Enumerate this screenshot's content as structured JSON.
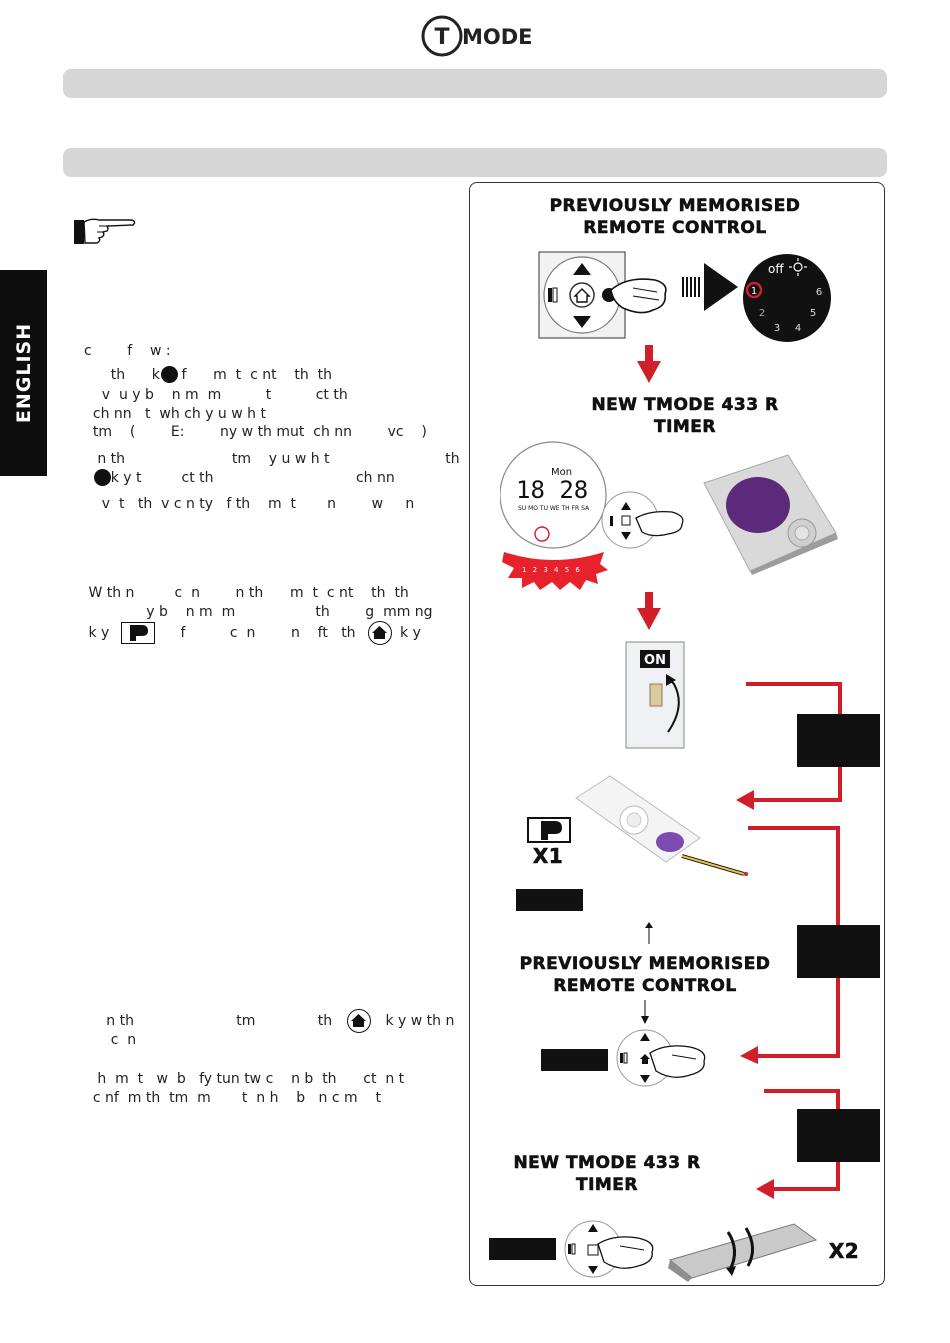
{
  "header": {
    "logo_text": "MODE",
    "logo_letter": "T"
  },
  "sidebar": {
    "language_label": "ENGLISH"
  },
  "left_column": {
    "intro_line": "c        f    w :",
    "step1_line1": "      th      k y  f      m  t  c nt    th  th",
    "step1_line2": "    v  u y b    n m  m          t          ct th",
    "step1_line3": "  ch nn   t  wh ch y u w h t",
    "step1_line4": "  tm    (        E:        ny w th mut  ch nn        vc    )",
    "step2_line1": "   n th                        tm    y u w h t                          th",
    "step2_line2": "      k y t         ct th                                ch nn",
    "step3_line1": "    v  t   th  v c n ty   f th    m  t       n        w     n",
    "step4_line1": " W th n         c  n        n th      m  t  c nt    th  th",
    "step4_line2": "              y b    n m  m                  th        g  mm ng",
    "step4_line3": " k y                f          c  n        n    ft   th          k y",
    "step5_line1": "     n th                       tm              th            k y w th n",
    "step5_line2": "      c  n",
    "step6_line1": "   h  m  t   w  b   fy tun tw c    n b  th      ct  n t",
    "step6_line2": "  c nf  m th  tm  m       t  n h    b   n c m    t"
  },
  "diagram": {
    "heading_remote_top": "PREVIOUSLY MEMORISED\nREMOTE CONTROL",
    "heading_timer_1": "NEW TMODE 433 R\nTIMER",
    "heading_remote_mid": "PREVIOUSLY MEMORISED\nREMOTE CONTROL",
    "heading_timer_2": "NEW TMODE 433 R\nTIMER",
    "dial_off_label": "off",
    "dial_numbers": [
      "1",
      "2",
      "3",
      "4",
      "5",
      "6"
    ],
    "timer_day": "Mon",
    "timer_time": "18  28",
    "timer_days_row": "SU MO TU WE TH FR SA",
    "timer_channels": "1 2 3 4 5 6",
    "switch_label": "ON",
    "p_key_label": "P",
    "x1_label": "X1",
    "x2_label": "X2"
  },
  "colors": {
    "bar_grey": "#d6d6d6",
    "accent_red": "#d11f2a",
    "purple": "#5b2a7a",
    "black": "#111111"
  }
}
